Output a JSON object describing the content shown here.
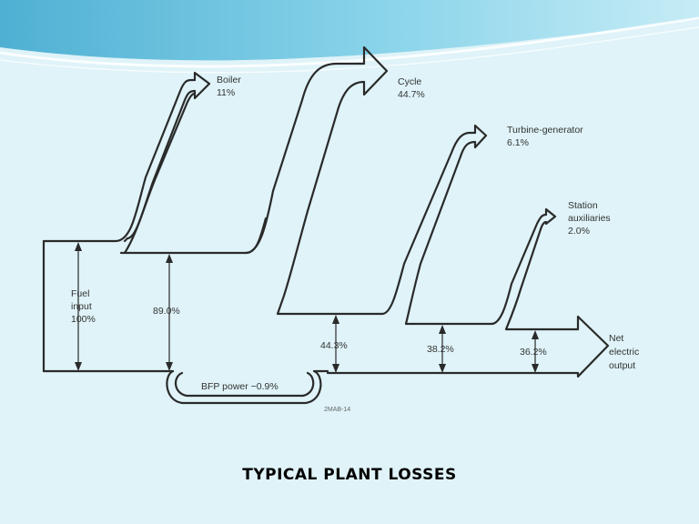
{
  "slide": {
    "title": "TYPICAL PLANT LOSSES",
    "background_color": "#dff3f8",
    "header_colors": [
      "#5ab6d6",
      "#9fdcec",
      "#cdeef6"
    ]
  },
  "diagram": {
    "labels": {
      "boiler_name": "Boiler",
      "boiler_value": "11%",
      "cycle_name": "Cycle",
      "cycle_value": "44.7%",
      "turbine_name": "Turbine-generator",
      "turbine_value": "6.1%",
      "station_line1": "Station",
      "station_line2": "auxiliaries",
      "station_value": "2.0%",
      "fuel_line1": "Fuel",
      "fuel_line2": "input",
      "fuel_value": "100%",
      "flow_89": "89.0%",
      "flow_44_3": "44.3%",
      "flow_38_2": "38.2%",
      "flow_36_2": "36.2%",
      "net_line1": "Net",
      "net_line2": "electric",
      "net_line3": "output",
      "bfp": "BFP power −0.9%",
      "source_mark": "2MAB-14"
    }
  }
}
